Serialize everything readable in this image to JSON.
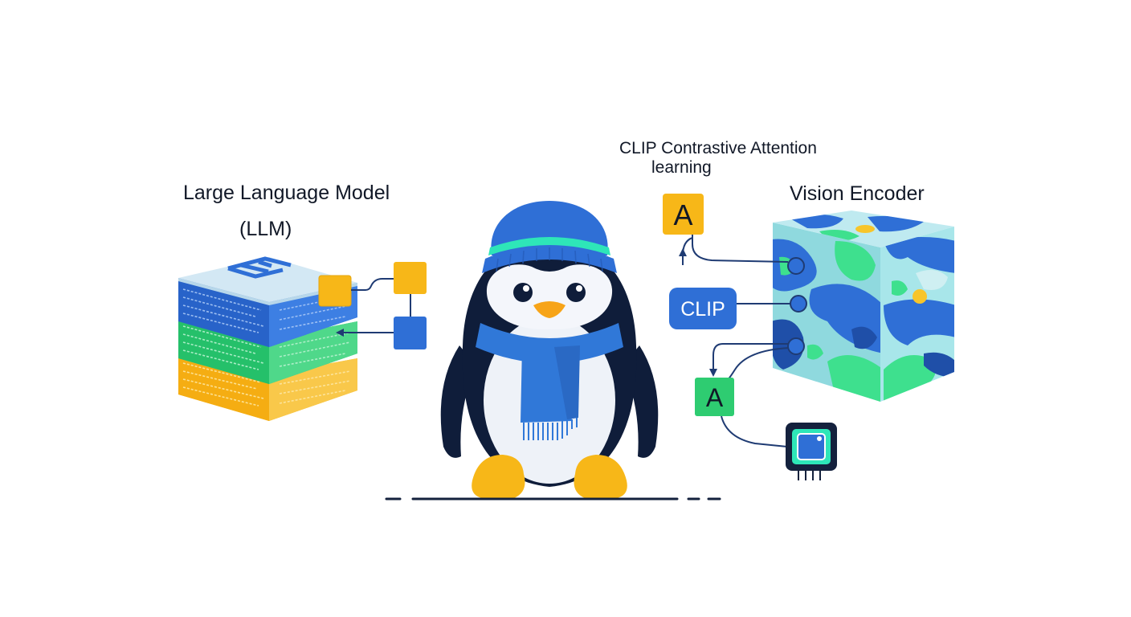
{
  "labels": {
    "llm_line1": "Large Language Model",
    "llm_line2": "(LLM)",
    "clip_line1": "CLIP Contrastive Attention",
    "clip_line2": "learning",
    "vision": "Vision Encoder"
  },
  "nodes": {
    "attention_top": "A",
    "clip_box": "CLIP",
    "attention_bottom": "A"
  },
  "colors": {
    "navy": "#14213d",
    "blue": "#2f6fd6",
    "green": "#2ecc71",
    "yellow": "#f7b718",
    "light_blue": "#cfe6f2",
    "teal": "#8ed7de"
  }
}
